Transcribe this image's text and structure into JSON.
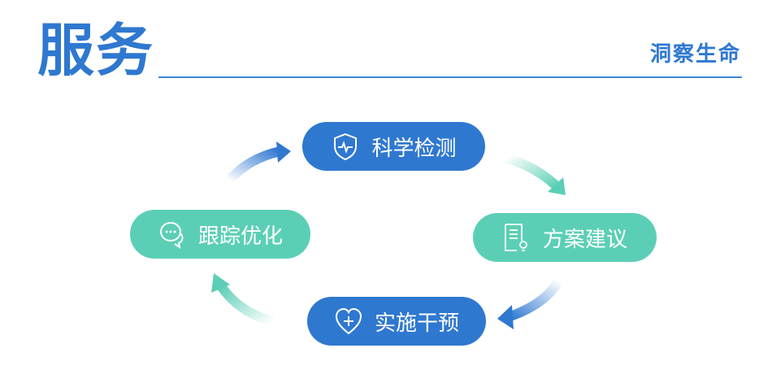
{
  "header": {
    "title": "服务",
    "subtitle": "洞察生命"
  },
  "cycle": {
    "steps": [
      {
        "label": "科学检测",
        "icon": "shield-pulse-icon",
        "color": "#2f78d0"
      },
      {
        "label": "方案建议",
        "icon": "document-lightbulb-icon",
        "color": "#5bcfb5"
      },
      {
        "label": "实施干预",
        "icon": "heart-plus-icon",
        "color": "#2f78d0"
      },
      {
        "label": "跟踪优化",
        "icon": "chat-bubbles-icon",
        "color": "#5bcfb5"
      }
    ]
  }
}
